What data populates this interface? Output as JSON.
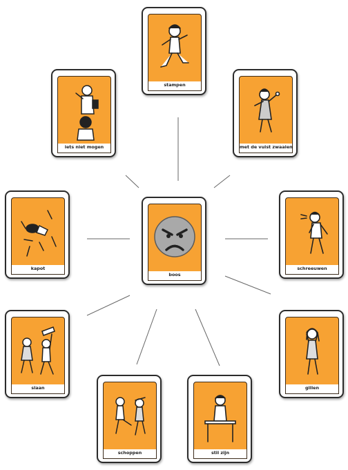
{
  "center": {
    "label": "boos",
    "icon": "angry-face-icon"
  },
  "cards": [
    {
      "key": "stampen",
      "label": "stampen",
      "icon": "stomping-boy-icon"
    },
    {
      "key": "met-de-vuist-zwaaien",
      "label": "met de vuist zwaaien",
      "icon": "fist-shaking-girl-icon"
    },
    {
      "key": "schreeuwen",
      "label": "schreeuwen",
      "icon": "shouting-child-icon"
    },
    {
      "key": "gillen",
      "label": "gillen",
      "icon": "screaming-girl-icon"
    },
    {
      "key": "stil-zijn",
      "label": "stil zijn",
      "icon": "boy-at-table-icon"
    },
    {
      "key": "schoppen",
      "label": "schoppen",
      "icon": "kicking-children-icon"
    },
    {
      "key": "slaan",
      "label": "slaan",
      "icon": "hitting-children-icon"
    },
    {
      "key": "kapot",
      "label": "kapot",
      "icon": "broken-doll-icon"
    },
    {
      "key": "iets-niet-mogen",
      "label": "iets niet mogen",
      "icon": "adult-forbids-child-icon"
    }
  ],
  "colors": {
    "card_art": "#f7a233",
    "card_border": "#2b2b2b",
    "spoke": "#666666"
  }
}
